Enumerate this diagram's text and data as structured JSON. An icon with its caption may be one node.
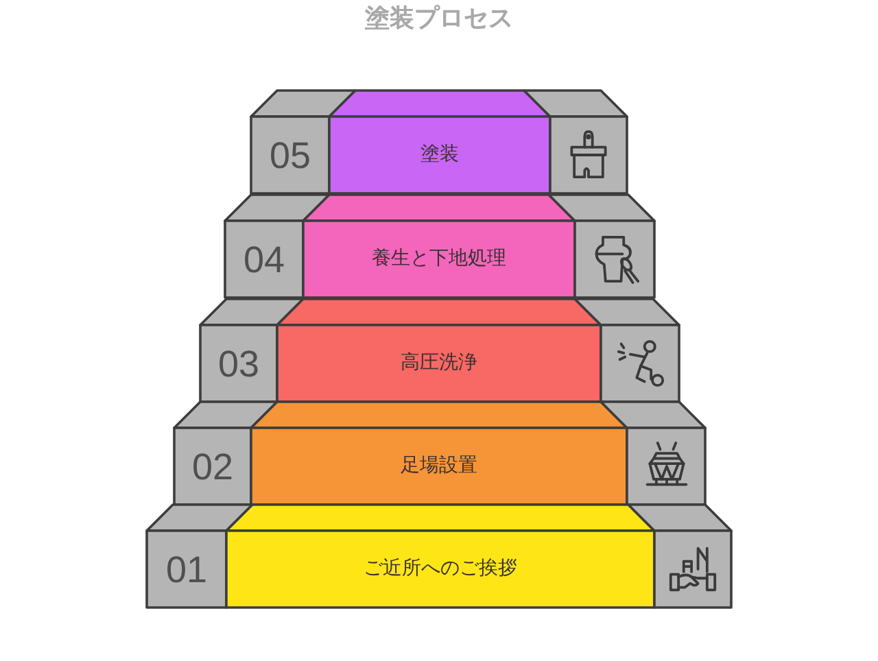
{
  "diagram": {
    "title": "塗装プロセス",
    "nodes": [
      {
        "text": [
          "05",
          "塗装"
        ]
      },
      {
        "text": [
          "04",
          "養生と下地処理"
        ]
      },
      {
        "text": [
          "03",
          "高圧洗浄"
        ]
      },
      {
        "text": [
          "02",
          "足場設置"
        ]
      },
      {
        "text": [
          "01",
          "ご近所へのご挨拶"
        ]
      }
    ]
  }
}
